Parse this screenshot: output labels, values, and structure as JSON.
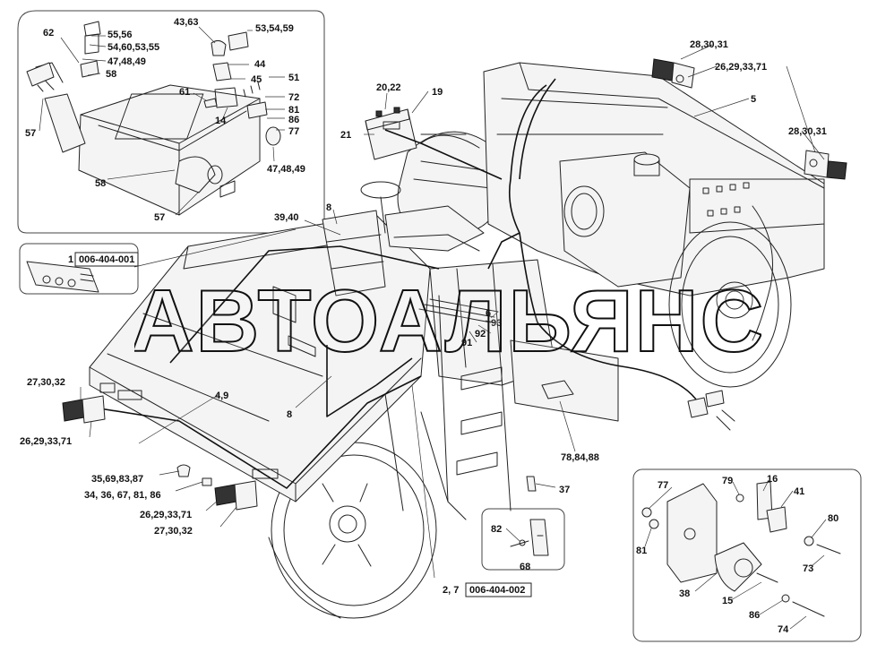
{
  "watermark": "АВТОАЛЬЯНС",
  "references": {
    "ref_1": {
      "num": "1",
      "code": "006-404-001"
    },
    "ref_2": {
      "num": "2, 7",
      "code": "006-404-002"
    }
  },
  "labels": {
    "l62": "62",
    "l55_56": "55,56",
    "l54_60": "54,60,53,55",
    "l47a": "47,48,49",
    "l58a": "58",
    "l57a": "57",
    "l43_63": "43,63",
    "l53_54": "53,54,59",
    "l44": "44",
    "l45": "45",
    "l51": "51",
    "l61": "61",
    "l72": "72",
    "l81a": "81",
    "l14": "14",
    "l86a": "86",
    "l77a": "77",
    "l47b": "47,48,49",
    "l58b": "58",
    "l57b": "57",
    "l20_22": "20,22",
    "l19": "19",
    "l21": "21",
    "l39_40": "39,40",
    "l8a": "8",
    "l8b": "8",
    "l6": "6",
    "l93": "93",
    "l92": "92",
    "l91": "91",
    "l28a": "28,30,31",
    "l26a": "26,29,33,71",
    "l5": "5",
    "l28b": "28,30,31",
    "l27a": "27,30,32",
    "l26b": "26,29,33,71",
    "l4_9": "4,9",
    "l35": "35,69,83,87",
    "l34": "34, 36, 67, 81, 86",
    "l26c": "26,29,33,71",
    "l27b": "27,30,32",
    "l78": "78,84,88",
    "l37": "37",
    "l82": "82",
    "l68": "68",
    "l77b": "77",
    "l79": "79",
    "l16": "16",
    "l41": "41",
    "l81b": "81",
    "l80": "80",
    "l73": "73",
    "l38": "38",
    "l15": "15",
    "l86b": "86",
    "l74": "74"
  }
}
